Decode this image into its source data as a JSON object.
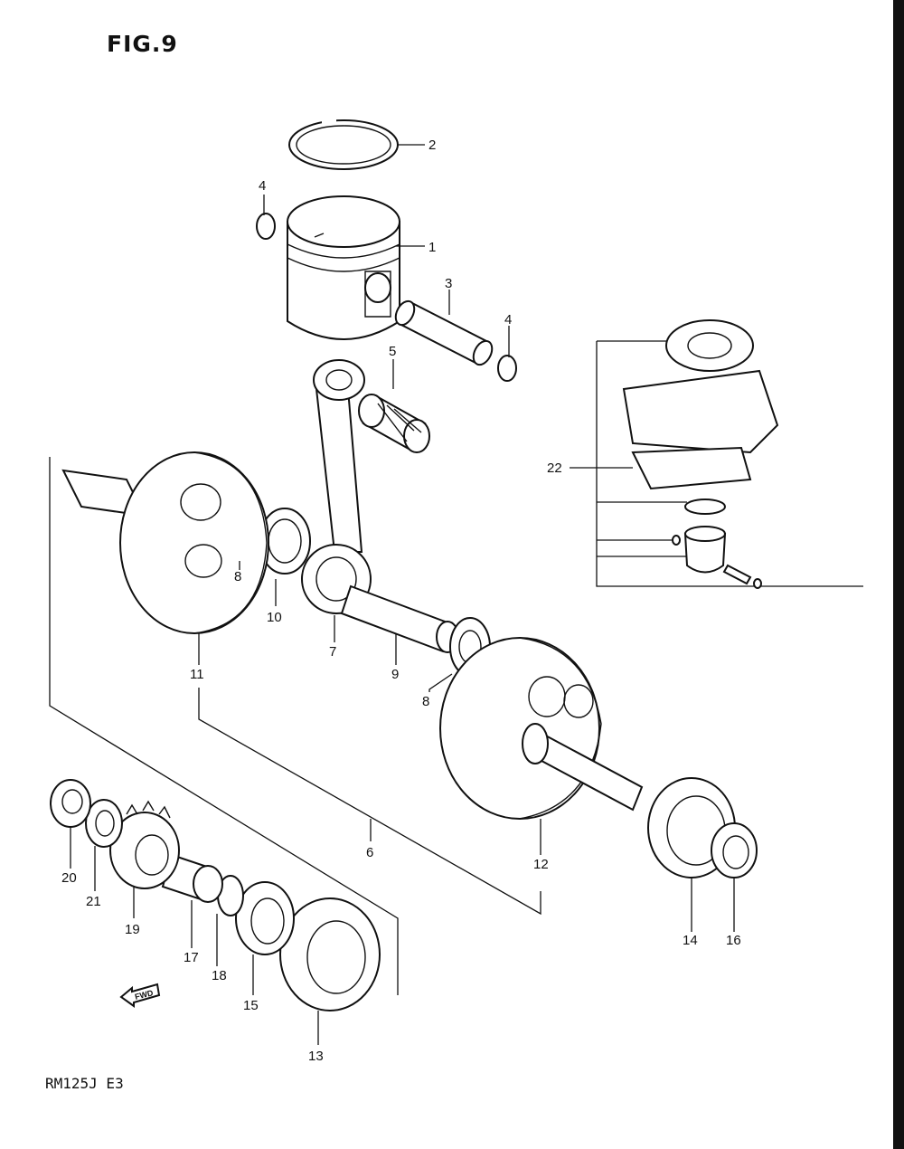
{
  "figure": {
    "title": "FIG.9",
    "model": "RM125J E3",
    "fwd_label": "FWD"
  },
  "callouts": [
    "1",
    "2",
    "3",
    "4",
    "5",
    "6",
    "7",
    "8",
    "9",
    "10",
    "11",
    "12",
    "13",
    "14",
    "15",
    "16",
    "17",
    "18",
    "19",
    "20",
    "21",
    "22"
  ],
  "colors": {
    "ink": "#111111",
    "background": "#ffffff"
  }
}
